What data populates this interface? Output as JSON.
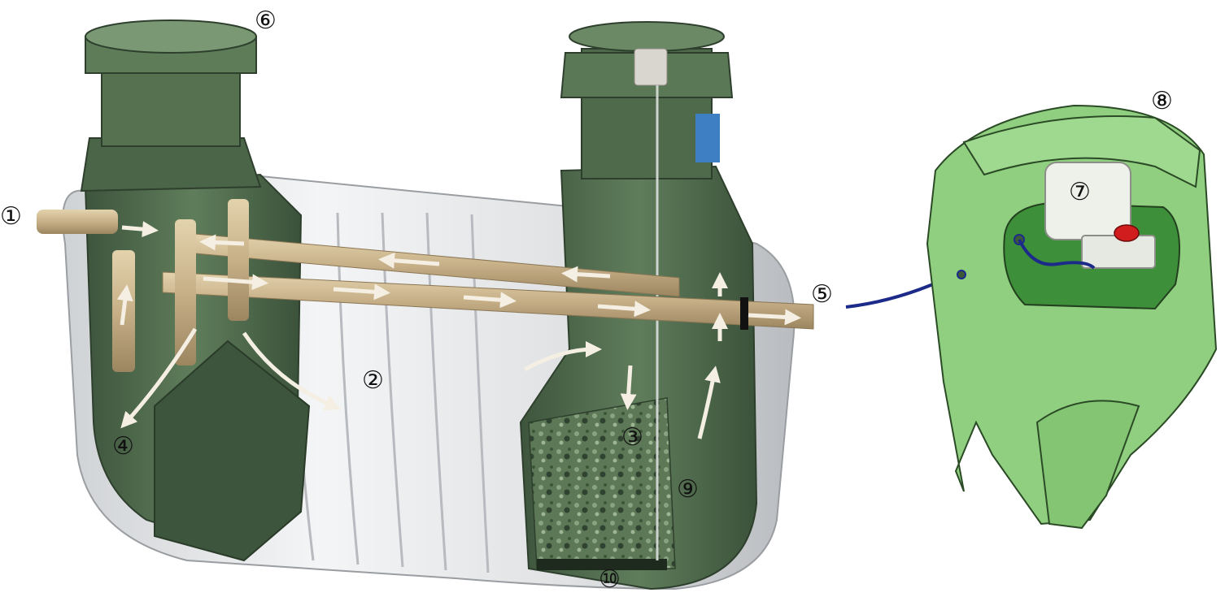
{
  "figure": {
    "description_visible_text": "none",
    "colors": {
      "tank_shell": "#e6e7e9",
      "tank_dark_green": "#4f6a4d",
      "tank_green_mid": "#6b8a66",
      "pipe": "#c8b48c",
      "detail_green": "#8fcf7f",
      "detail_dark_green": "#3d8f3a",
      "hose": "#1c2a8a",
      "compressor_white": "#eef0ea",
      "compressor_red": "#d11d1d",
      "flow_arrow": "#f4efe2"
    }
  },
  "callouts": [
    {
      "id": "c1",
      "label": "①"
    },
    {
      "id": "c2",
      "label": "②"
    },
    {
      "id": "c3",
      "label": "③"
    },
    {
      "id": "c4",
      "label": "④"
    },
    {
      "id": "c5",
      "label": "⑤"
    },
    {
      "id": "c6",
      "label": "⑥"
    },
    {
      "id": "c7",
      "label": "⑦"
    },
    {
      "id": "c8",
      "label": "⑧"
    },
    {
      "id": "c9",
      "label": "⑨"
    },
    {
      "id": "c10",
      "label": "⑩"
    }
  ]
}
